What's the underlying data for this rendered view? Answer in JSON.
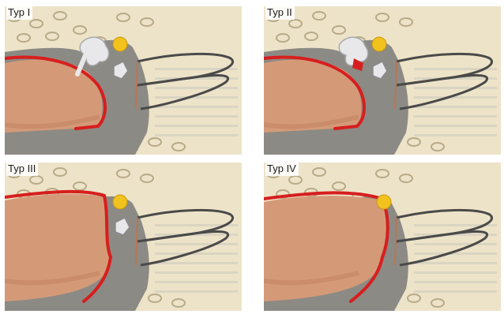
{
  "panels": [
    {
      "label": "Typ I",
      "variant": "I"
    },
    {
      "label": "Typ II",
      "variant": "II"
    },
    {
      "label": "Typ III",
      "variant": "III"
    },
    {
      "label": "Typ IV",
      "variant": "IV"
    }
  ],
  "colors": {
    "bone": "#ede3c8",
    "bone_spot": "#b8ab88",
    "tissue": "#8c8a84",
    "canal": "#d49a78",
    "canal_dark": "#b87655",
    "defect": "#d71e1e",
    "ossicle": "#e8e8ea",
    "nerve": "#f2c21d",
    "wire": "#4a4a4a",
    "background_text": "#b7b7b7"
  }
}
